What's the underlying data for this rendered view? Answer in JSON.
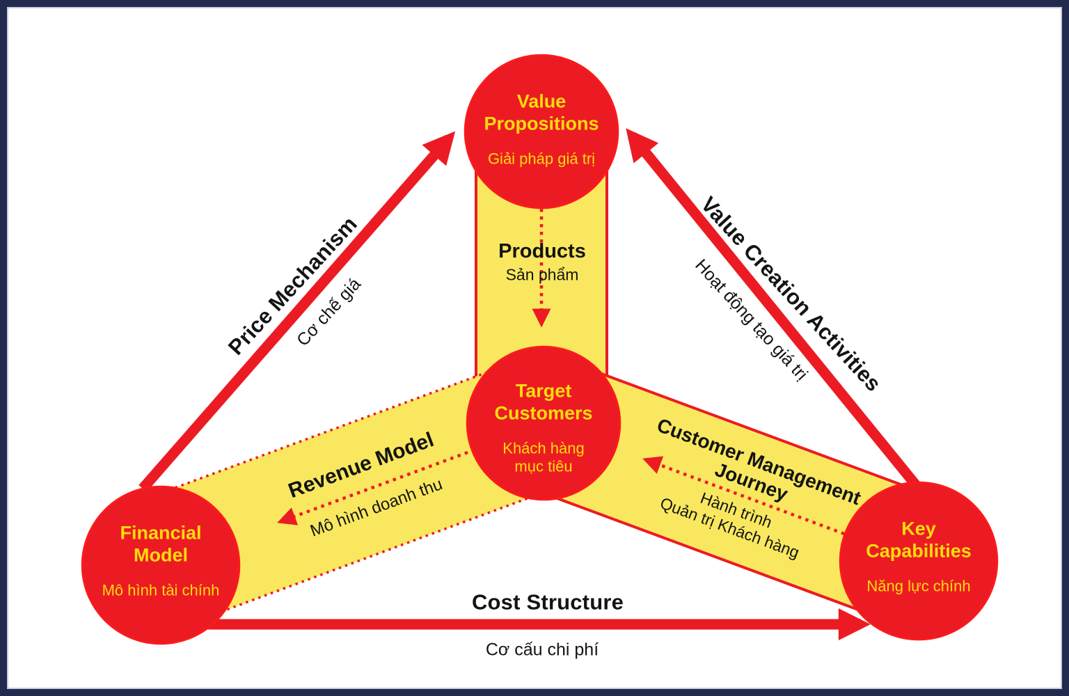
{
  "colors": {
    "red": "#EC1B23",
    "band_yellow": "#F9E85F",
    "label_yellow": "#FFDC0C",
    "frame_navy": "#222B4D"
  },
  "nodes": {
    "value_propositions": {
      "title": "Value\nPropositions",
      "subtitle": "Giải pháp giá trị"
    },
    "target_customers": {
      "title": "Target\nCustomers",
      "subtitle": "Khách hàng\nmục tiêu"
    },
    "financial_model": {
      "title": "Financial\nModel",
      "subtitle": "Mô hình tài chính"
    },
    "key_capabilities": {
      "title": "Key\nCapabilities",
      "subtitle": "Năng lực chính"
    }
  },
  "flows": {
    "products": {
      "label": "Products",
      "sublabel": "Sản phẩm"
    },
    "revenue_model": {
      "label": "Revenue Model",
      "sublabel": "Mô hình doanh thu"
    },
    "customer_journey": {
      "label": "Customer Management\nJourney",
      "sublabel": "Hành trình\nQuản trị Khách hàng"
    }
  },
  "edges": {
    "price_mechanism": {
      "label": "Price Mechanism",
      "sublabel": "Cơ chế giá"
    },
    "value_creation": {
      "label": "Value Creation Activities",
      "sublabel": "Hoạt động tạo giá trị"
    },
    "cost_structure": {
      "label": "Cost Structure",
      "sublabel": "Cơ cấu chi phí"
    }
  }
}
